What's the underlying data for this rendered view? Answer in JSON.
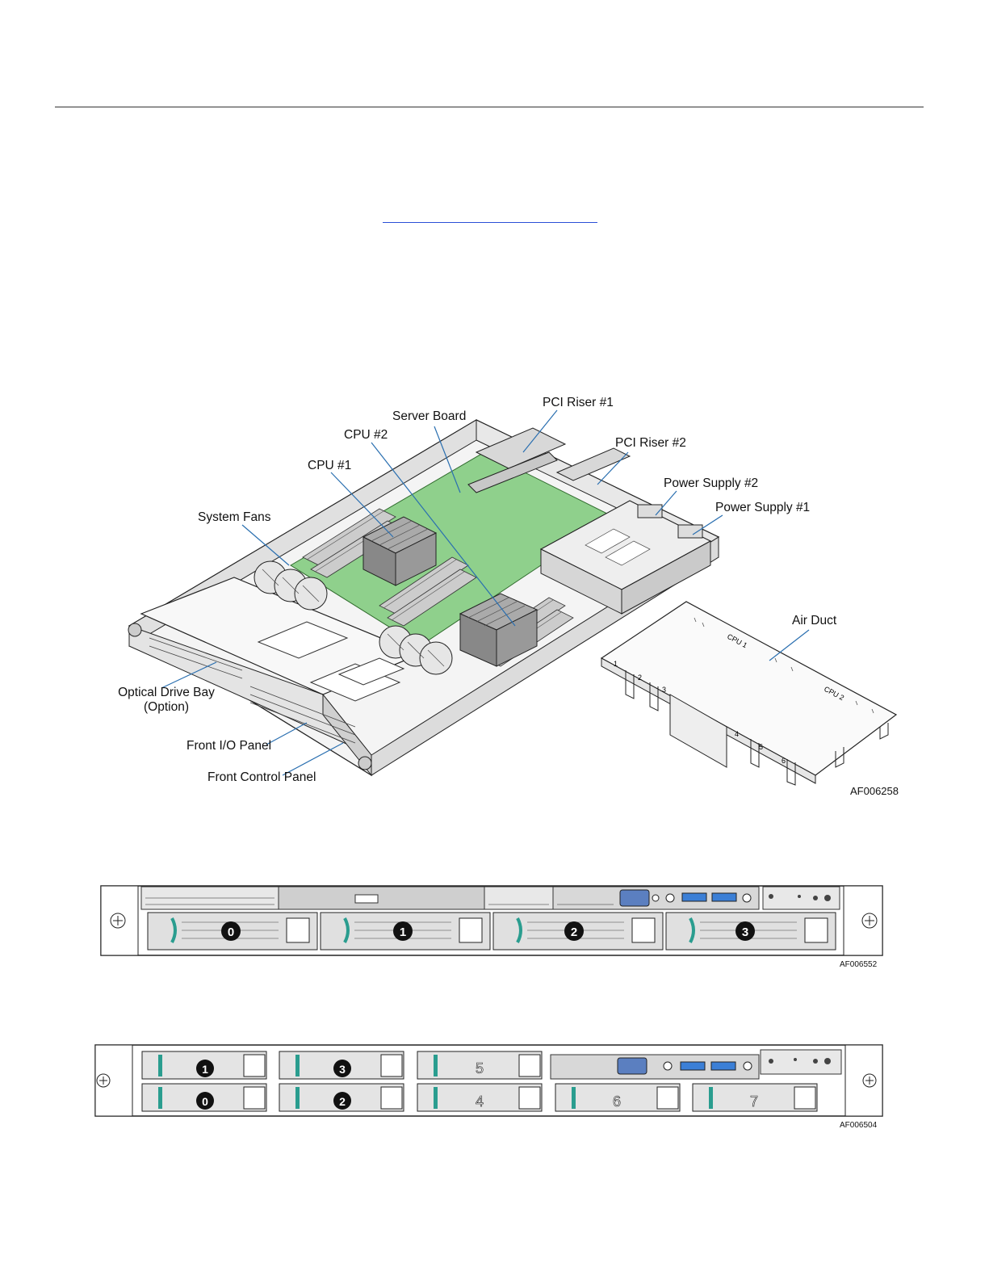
{
  "figure1": {
    "labels": {
      "server_board": "Server Board",
      "pci_riser_1": "PCI Riser #1",
      "cpu_2": "CPU #2",
      "pci_riser_2": "PCI Riser #2",
      "cpu_1": "CPU #1",
      "power_supply_2": "Power Supply #2",
      "power_supply_1": "Power Supply #1",
      "system_fans": "System Fans",
      "air_duct": "Air Duct",
      "optical_drive_bay": "Optical Drive Bay",
      "optical_drive_bay_option": "(Option)",
      "front_io_panel": "Front I/O Panel",
      "front_control_panel": "Front Control Panel"
    },
    "duct_marks": [
      "CPU 1",
      "CPU 2",
      "1",
      "2",
      "3",
      "4",
      "5",
      "6"
    ],
    "figure_id": "AF006258"
  },
  "figure2": {
    "drive_numbers": [
      "0",
      "1",
      "2",
      "3"
    ],
    "figure_id": "AF006552"
  },
  "figure3": {
    "drive_numbers_top": [
      "1",
      "3",
      "5"
    ],
    "drive_numbers_bottom": [
      "0",
      "2",
      "4",
      "6",
      "7"
    ],
    "figure_id": "AF006504"
  },
  "colors": {
    "board": "#8fd08c",
    "teal": "#2a9d8f",
    "usb": "#3b7fd6",
    "link": "#2a4fd6"
  }
}
